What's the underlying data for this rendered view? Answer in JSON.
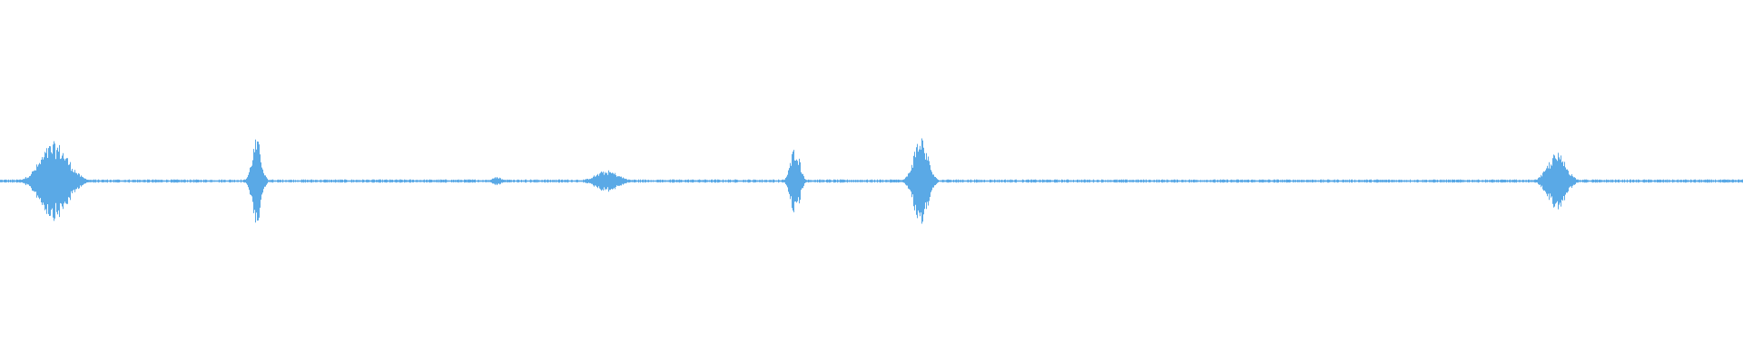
{
  "waveform": {
    "color": "#5aa9e6",
    "background": "#ffffff",
    "duration_fraction_samples": 1920,
    "bursts": [
      {
        "center": 0.031,
        "width": 0.012,
        "amplitude": 0.11
      },
      {
        "center": 0.147,
        "width": 0.004,
        "amplitude": 0.12
      },
      {
        "center": 0.285,
        "width": 0.004,
        "amplitude": 0.012
      },
      {
        "center": 0.348,
        "width": 0.01,
        "amplitude": 0.03
      },
      {
        "center": 0.456,
        "width": 0.004,
        "amplitude": 0.1
      },
      {
        "center": 0.528,
        "width": 0.006,
        "amplitude": 0.13
      },
      {
        "center": 0.893,
        "width": 0.008,
        "amplitude": 0.08
      }
    ],
    "noise_floor": 0.003
  }
}
